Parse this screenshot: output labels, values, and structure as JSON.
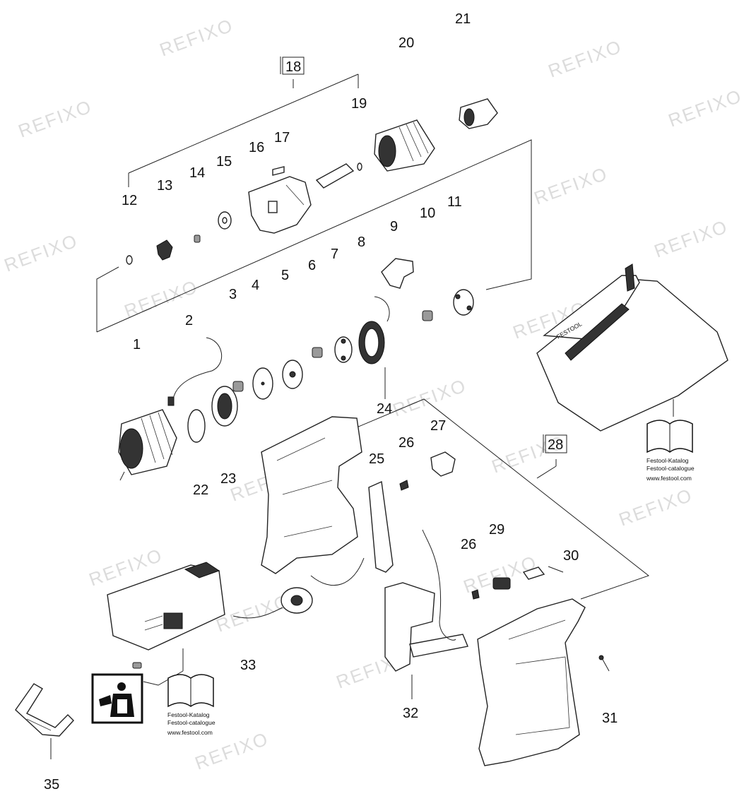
{
  "diagram": {
    "watermark_text": "REFIXO",
    "part_labels": [
      "1",
      "2",
      "3",
      "4",
      "5",
      "6",
      "7",
      "8",
      "9",
      "10",
      "11",
      "12",
      "13",
      "14",
      "15",
      "16",
      "17",
      "18",
      "19",
      "20",
      "21",
      "22",
      "23",
      "24",
      "25",
      "26",
      "26",
      "27",
      "28",
      "29",
      "30",
      "31",
      "32",
      "33",
      "35"
    ],
    "boxed_labels": [
      "18",
      "28"
    ],
    "catalog_text": {
      "line1": "Festool-Katalog",
      "line2": "Festool-catalogue",
      "url": "www.festool.com"
    },
    "charger_brand": "FESTOOL"
  }
}
